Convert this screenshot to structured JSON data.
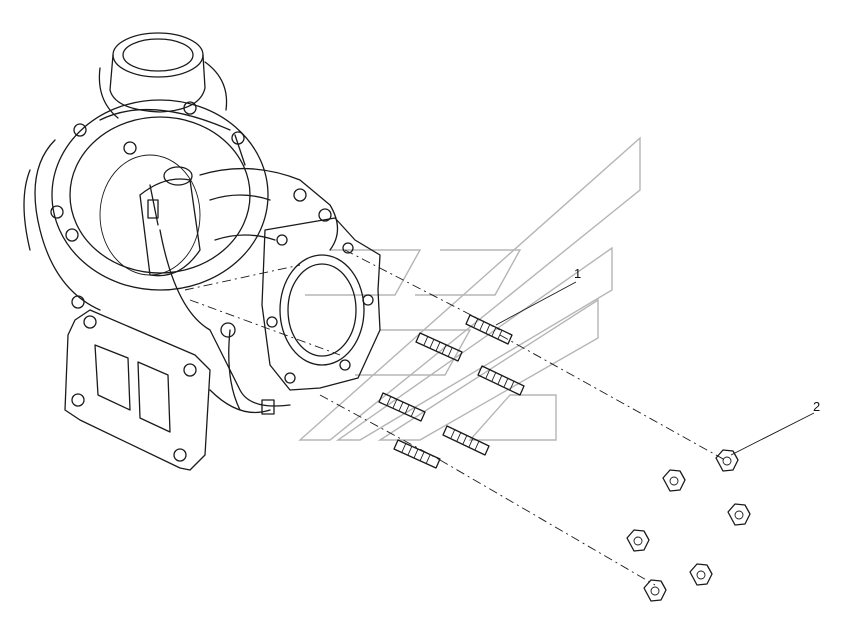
{
  "callouts": [
    {
      "number": "1",
      "part": "stud"
    },
    {
      "number": "2",
      "part": "nut"
    }
  ],
  "colors": {
    "line": "#1a1a1a",
    "watermark": "#b5b5b5",
    "background": "#ffffff"
  },
  "icons": {
    "stud": "stud-icon",
    "nut": "hex-nut-icon",
    "turbocharger": "turbocharger-drawing"
  }
}
